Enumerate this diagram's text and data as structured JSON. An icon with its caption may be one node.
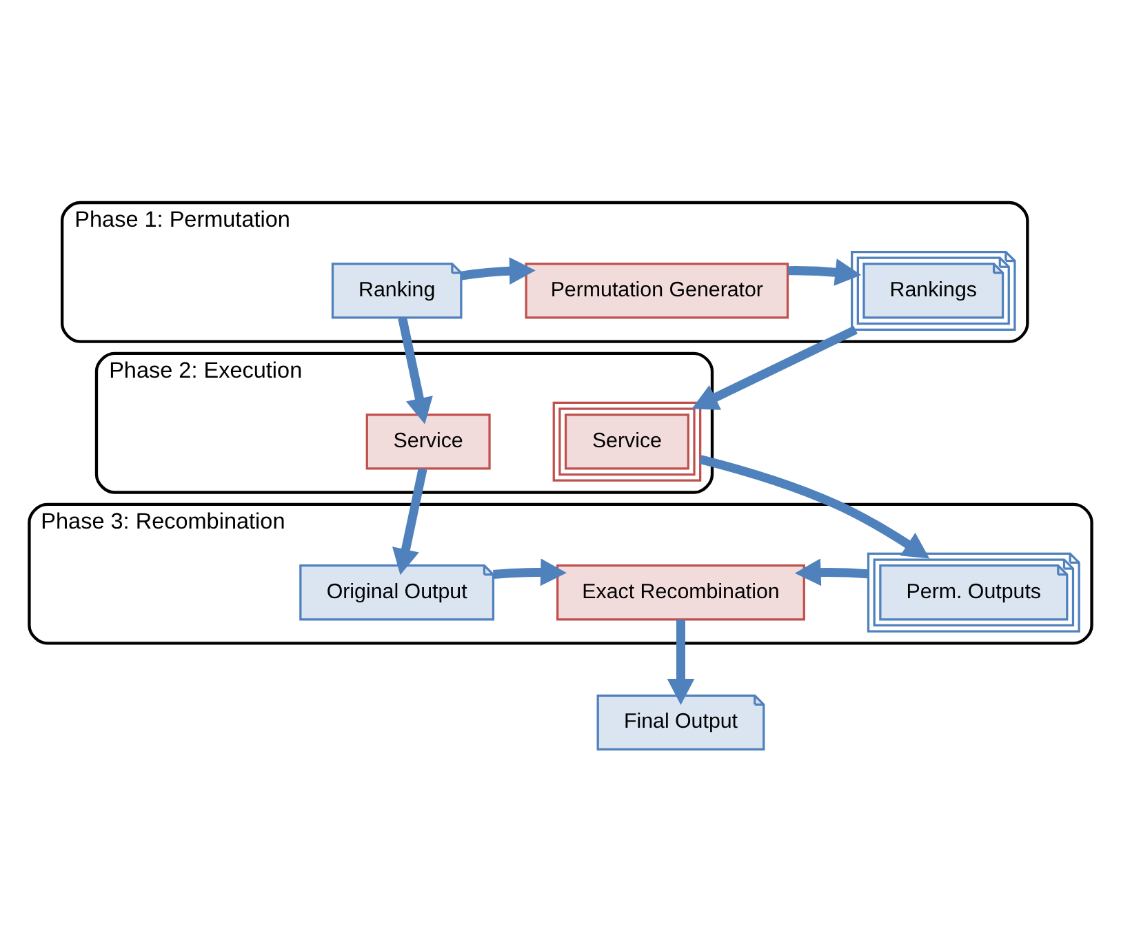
{
  "diagram": {
    "nodes": [
      {
        "text": [
          "Phase 1: Permutation"
        ]
      },
      {
        "text": [
          "Ranking"
        ],
        "in": 0
      },
      {
        "text": [
          "Permutation Generator"
        ],
        "in": 0
      },
      {
        "text": [
          "Rankings"
        ],
        "in": 0
      },
      {
        "text": [
          "Phase 2: Execution"
        ]
      },
      {
        "text": [
          "Service"
        ],
        "in": 4
      },
      {
        "text": [
          "Service"
        ],
        "in": 4
      },
      {
        "text": [
          "Phase 3: Recombination"
        ]
      },
      {
        "text": [
          "Original Output"
        ],
        "in": 7
      },
      {
        "text": [
          "Exact Recombination"
        ],
        "in": 7
      },
      {
        "text": [
          "Perm. Outputs"
        ],
        "in": 7
      },
      {
        "text": [
          "Final Output"
        ]
      }
    ],
    "edges": [
      {
        "from": 1,
        "to": 2,
        "arrow": "to"
      },
      {
        "from": 2,
        "to": 3,
        "arrow": "to"
      },
      {
        "from": 1,
        "to": 5,
        "arrow": "to"
      },
      {
        "from": 3,
        "to": 6,
        "arrow": "to"
      },
      {
        "from": 5,
        "to": 8,
        "arrow": "to"
      },
      {
        "from": 6,
        "to": 10,
        "arrow": "to"
      },
      {
        "from": 8,
        "to": 9,
        "arrow": "to"
      },
      {
        "from": 10,
        "to": 9,
        "arrow": "to"
      },
      {
        "from": 9,
        "to": 11,
        "arrow": "to"
      }
    ]
  }
}
